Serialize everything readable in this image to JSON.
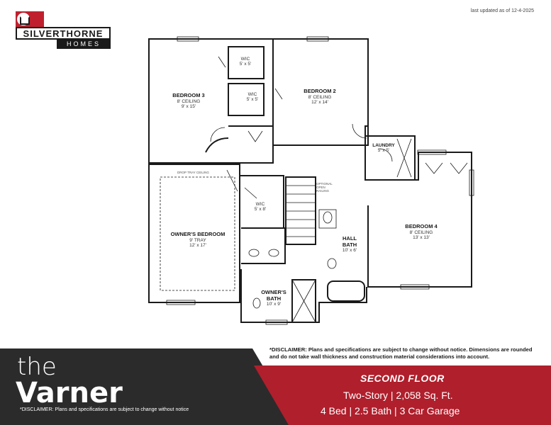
{
  "header": {
    "updated": "last updated as of 12-4-2025"
  },
  "brand": {
    "name": "SILVERTHORNE",
    "sub": "HOMES",
    "accent": "#c0202e"
  },
  "rooms": {
    "bedroom3": {
      "name": "BEDROOM 3",
      "ceiling": "8' CEILING",
      "size": "9' x 15'"
    },
    "wic1": {
      "name": "WIC",
      "size": "5' x 5'"
    },
    "wic2": {
      "name": "WIC",
      "size": "5' x 5'"
    },
    "bedroom2": {
      "name": "BEDROOM 2",
      "ceiling": "8' CEILING",
      "size": "12' x 14'"
    },
    "laundry": {
      "name": "LAUNDRY",
      "size": "5' x 5'"
    },
    "owners_bedroom": {
      "name": "OWNER'S BEDROOM",
      "ceiling": "9' TRAY",
      "size": "12' x 17'",
      "note": "DROP TRAY CEILING"
    },
    "wic3": {
      "name": "WIC",
      "size": "5' x 8'"
    },
    "hall_bath": {
      "name1": "HALL",
      "name2": "BATH",
      "size": "10' x 6'"
    },
    "bedroom4": {
      "name": "BEDROOM 4",
      "ceiling": "8' CEILING",
      "size": "13' x 13'"
    },
    "owners_bath": {
      "name1": "OWNER'S",
      "name2": "BATH",
      "size": "10' x 9'"
    },
    "optional": "OPTIONAL OPEN RAILING"
  },
  "footer": {
    "the": "the",
    "model": "Varner",
    "disclaimer_left": "*DISCLAIMER: Plans and specifications are subject to change without notice",
    "disclaimer_top": "*DISCLAIMER: Plans and specifications are subject to change without notice. Dimensions are rounded and do not take wall thickness and construction material considerations into account.",
    "floor": "SECOND FLOOR",
    "spec1": "Two-Story  |  2,058 Sq. Ft.",
    "spec2": "4 Bed  |  2.5 Bath  |  3 Car Garage",
    "colors": {
      "dark": "#2b2b2b",
      "red": "#b01f2c"
    }
  }
}
